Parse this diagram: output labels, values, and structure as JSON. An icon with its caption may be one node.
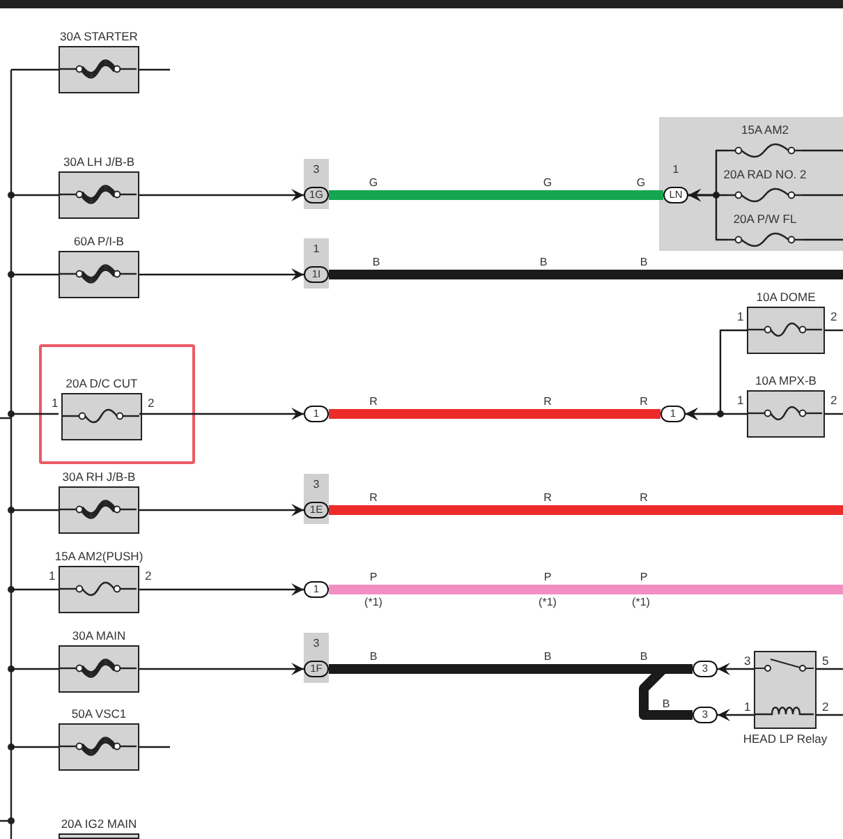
{
  "diagram": {
    "nodes": [
      {
        "text": [
          "30A STARTER"
        ]
      },
      {
        "text": [
          "30A LH J/B-B"
        ]
      },
      {
        "text": [
          "3",
          "1G"
        ]
      },
      {
        "text": [
          "1",
          "LN"
        ],
        "in": 4
      },
      {
        "text": [],
        "shape": "box"
      },
      {
        "text": [
          "15A AM2"
        ],
        "in": 4
      },
      {
        "text": [
          "20A RAD NO. 2"
        ],
        "in": 4
      },
      {
        "text": [
          "20A P/W FL"
        ],
        "in": 4
      },
      {
        "text": [
          "60A P/I-B"
        ]
      },
      {
        "text": [
          "1",
          "1I"
        ]
      },
      {
        "text": [],
        "shape": "box"
      },
      {
        "text": [
          "20A D/C CUT"
        ],
        "beside": [
          "1",
          "2"
        ],
        "in": 10
      },
      {
        "text": [
          "1"
        ]
      },
      {
        "text": [
          "1"
        ]
      },
      {
        "text": [
          "10A DOME"
        ],
        "beside": [
          "1",
          "2"
        ]
      },
      {
        "text": [
          "10A MPX-B"
        ],
        "beside": [
          "1",
          "2"
        ]
      },
      {
        "text": [
          "30A RH J/B-B"
        ]
      },
      {
        "text": [
          "3",
          "1E"
        ]
      },
      {
        "text": [
          "15A AM2(PUSH)"
        ],
        "beside": [
          "1",
          "2"
        ]
      },
      {
        "text": [
          "1"
        ]
      },
      {
        "text": [
          "30A MAIN"
        ]
      },
      {
        "text": [
          "3",
          "1F"
        ]
      },
      {
        "text": [
          "3"
        ]
      },
      {
        "text": [
          "3"
        ]
      },
      {
        "text": [
          "HEAD LP Relay"
        ],
        "beside": [
          "3",
          "5",
          "1",
          "2"
        ]
      },
      {
        "text": [
          "50A VSC1"
        ]
      },
      {
        "text": [
          "20A IG2 MAIN"
        ]
      }
    ],
    "edges": [
      {
        "from": null,
        "to": 0,
        "arrow": "none"
      },
      {
        "from": null,
        "to": 1,
        "arrow": "none"
      },
      {
        "from": null,
        "to": 8,
        "arrow": "none"
      },
      {
        "from": null,
        "to": 11,
        "arrow": "none"
      },
      {
        "from": null,
        "to": 16,
        "arrow": "none"
      },
      {
        "from": null,
        "to": 18,
        "arrow": "none"
      },
      {
        "from": null,
        "to": 20,
        "arrow": "none"
      },
      {
        "from": null,
        "to": 25,
        "arrow": "none"
      },
      {
        "from": 0,
        "to": null,
        "arrow": "none"
      },
      {
        "from": 1,
        "to": 2,
        "arrow": "to"
      },
      {
        "from": 2,
        "to": 3,
        "arrow": "none",
        "label": "G",
        "style": "thick",
        "color": "#16a550"
      },
      {
        "from": 5,
        "to": 3,
        "arrow": "to"
      },
      {
        "from": 6,
        "to": 3,
        "arrow": "to"
      },
      {
        "from": 7,
        "to": 3,
        "arrow": "to"
      },
      {
        "from": 5,
        "to": null,
        "arrow": "none"
      },
      {
        "from": 6,
        "to": null,
        "arrow": "none"
      },
      {
        "from": 7,
        "to": null,
        "arrow": "none"
      },
      {
        "from": 8,
        "to": 9,
        "arrow": "to"
      },
      {
        "from": 9,
        "to": null,
        "arrow": "none",
        "label": "B",
        "style": "thick"
      },
      {
        "from": 11,
        "to": 12,
        "arrow": "to"
      },
      {
        "from": 12,
        "to": 13,
        "arrow": "none",
        "label": "R",
        "style": "thick",
        "color": "#ee2b2b"
      },
      {
        "from": 14,
        "to": 13,
        "arrow": "to"
      },
      {
        "from": 15,
        "to": 13,
        "arrow": "to"
      },
      {
        "from": 14,
        "to": null,
        "arrow": "none"
      },
      {
        "from": 15,
        "to": null,
        "arrow": "none"
      },
      {
        "from": 16,
        "to": 17,
        "arrow": "to"
      },
      {
        "from": 17,
        "to": null,
        "arrow": "none",
        "label": "R",
        "style": "thick",
        "color": "#ee2b2b"
      },
      {
        "from": 18,
        "to": 19,
        "arrow": "to"
      },
      {
        "from": 19,
        "to": null,
        "arrow": "none",
        "label": "P",
        "style": "thick",
        "color": "#f28ec2"
      },
      {
        "from": 20,
        "to": 21,
        "arrow": "to"
      },
      {
        "from": 21,
        "to": 22,
        "arrow": "none",
        "label": "B",
        "style": "thick"
      },
      {
        "from": 21,
        "to": 23,
        "arrow": "none",
        "label": "B",
        "style": "thick"
      },
      {
        "from": 24,
        "to": 22,
        "arrow": "to"
      },
      {
        "from": 24,
        "to": 23,
        "arrow": "to"
      },
      {
        "from": 24,
        "to": null,
        "arrow": "none"
      },
      {
        "from": 24,
        "to": null,
        "arrow": "none"
      },
      {
        "from": 25,
        "to": null,
        "arrow": "none"
      }
    ],
    "labels": [
      "G",
      "G",
      "B",
      "B",
      "R",
      "R",
      "R",
      "R",
      "P",
      "P",
      "(*1)",
      "(*1)",
      "(*1)",
      "B",
      "B"
    ]
  }
}
